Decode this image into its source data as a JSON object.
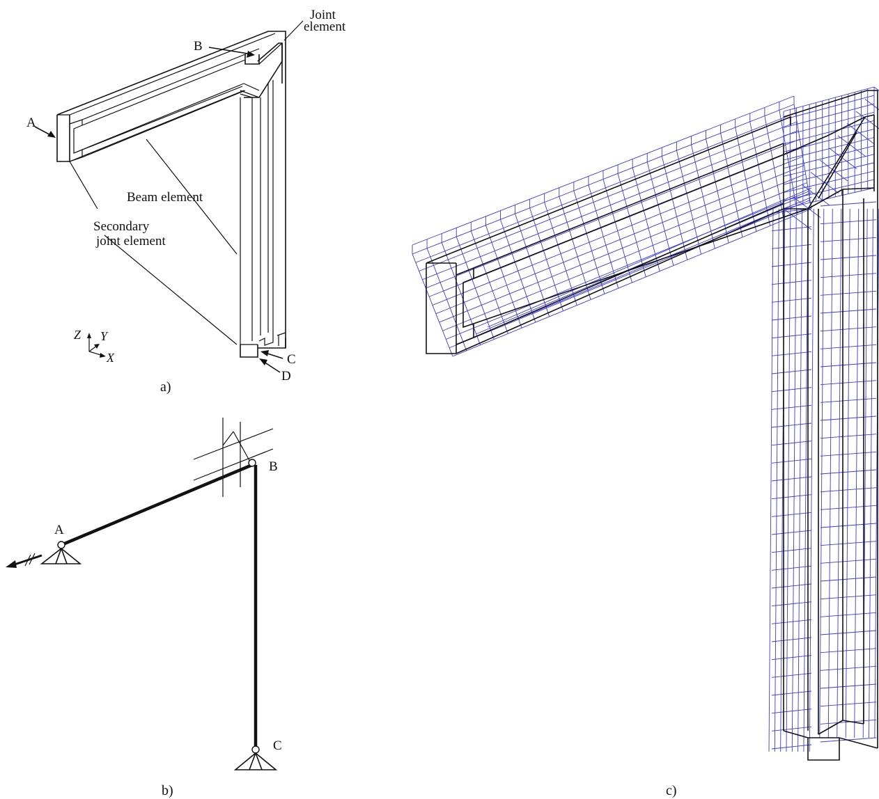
{
  "panel_a": {
    "caption": "a)",
    "labels": {
      "A": "A",
      "B": "B",
      "C": "C",
      "D": "D",
      "joint_element_line1": "Joint",
      "joint_element_line2": "element",
      "beam_element": "Beam element",
      "secondary_line1": "Secondary",
      "secondary_line2": "joint element"
    },
    "axes": {
      "z": "Z",
      "y": "Y",
      "x": "X"
    }
  },
  "panel_b": {
    "caption": "b)",
    "labels": {
      "A": "A",
      "B": "B",
      "C": "C"
    }
  },
  "panel_c": {
    "caption": "c)",
    "mesh_color": "#3a3ad8",
    "outline_color": "#111111"
  }
}
